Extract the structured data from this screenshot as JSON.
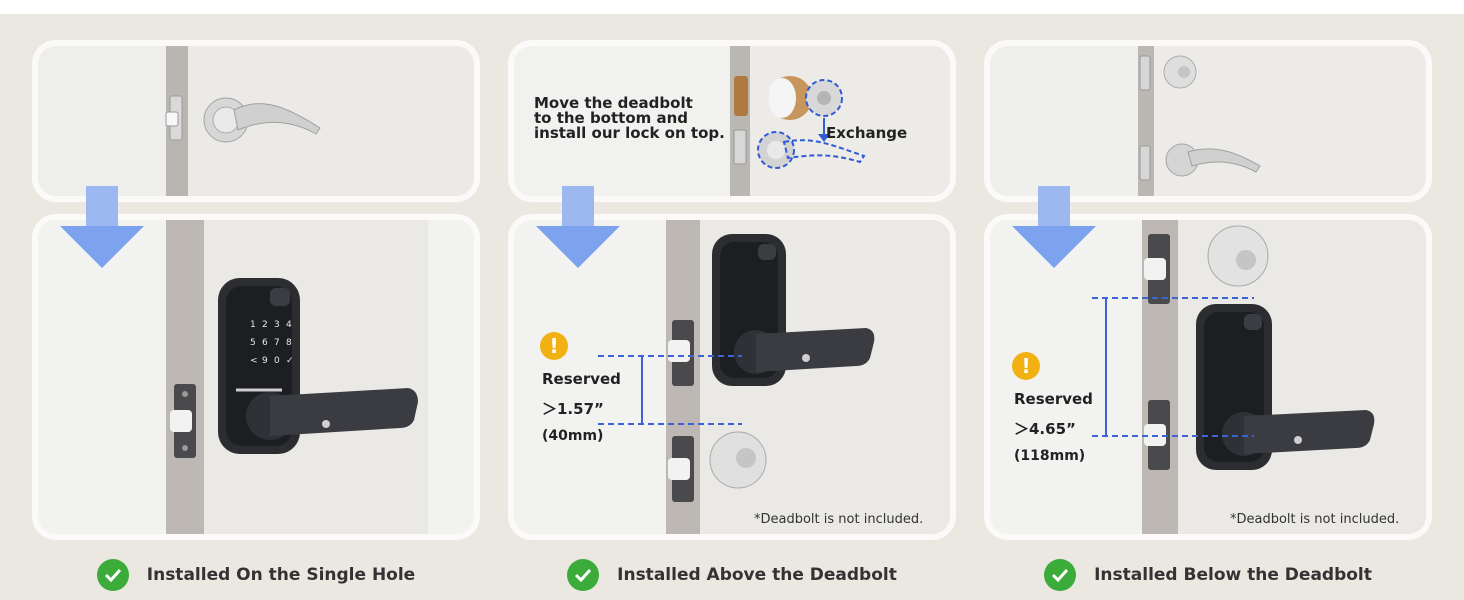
{
  "panels": [
    {
      "caption": "Installed On the Single Hole",
      "instruction": [],
      "reserved": null,
      "note": ""
    },
    {
      "caption": "Installed Above the Deadbolt",
      "instruction": [
        "Move the deadbolt",
        "to the bottom and",
        "install our lock on top."
      ],
      "exchange_label": "Exchange",
      "reserved": {
        "label": "Reserved",
        "value": "＞1.57”",
        "metric": "(40mm)"
      },
      "note": "*Deadbolt is not included."
    },
    {
      "caption": "Installed Below the Deadbolt",
      "instruction": [],
      "reserved": {
        "label": "Reserved",
        "value": "＞4.65”",
        "metric": "(118mm)"
      },
      "note": "*Deadbolt is not included."
    }
  ],
  "icons": {
    "arrow": "down-arrow-icon",
    "check": "check-circle-icon",
    "warning": "exclamation-icon",
    "keypad": [
      "1",
      "2",
      "3",
      "4",
      "5",
      "6",
      "7",
      "8",
      "<",
      "9",
      "0",
      "✓"
    ]
  },
  "colors": {
    "arrow": "#7da3ee",
    "check": "#3bab3a",
    "warning": "#f2b112",
    "dimension_line": "#3b62d6",
    "lock_body": "#2b2d31"
  }
}
